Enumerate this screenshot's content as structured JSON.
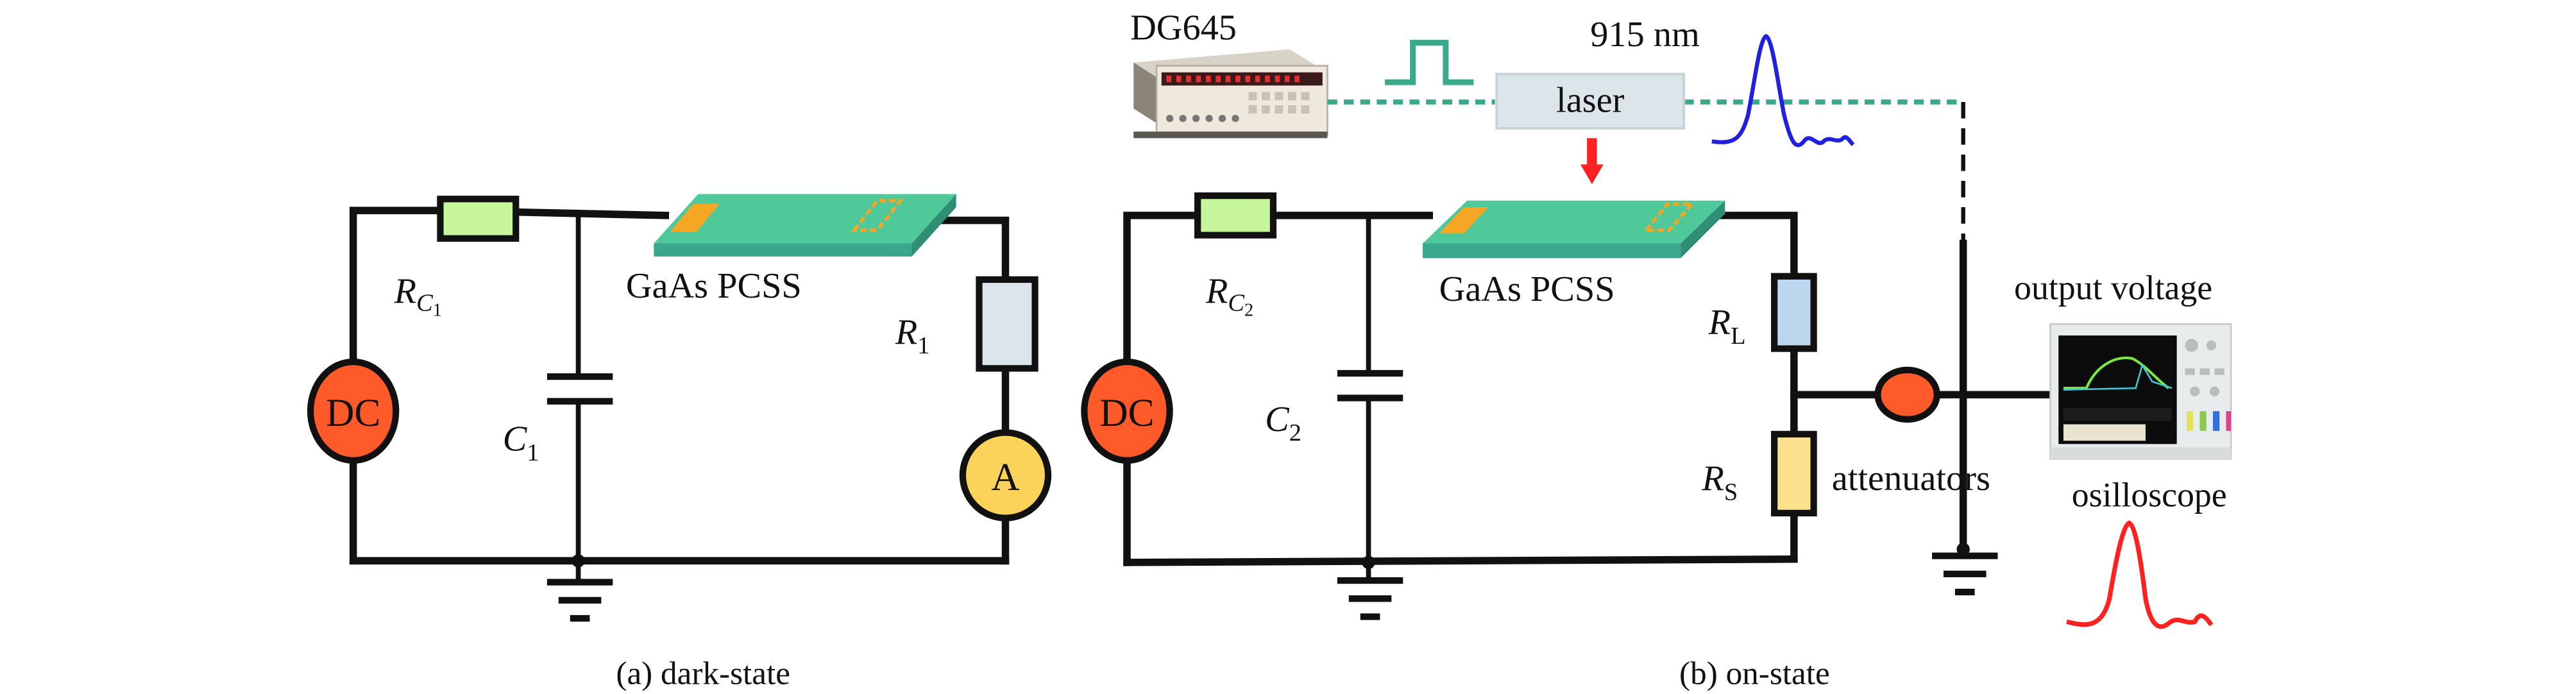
{
  "figure": {
    "captions": {
      "a": "(a) dark-state",
      "b": "(b) on-state"
    },
    "instruments": {
      "delay_generator": "DG645",
      "laser": "laser",
      "wavelength": "915 nm",
      "oscilloscope": "osilloscope",
      "output": "output voltage",
      "attenuators": "attenuators"
    },
    "circuit_a": {
      "source": "DC",
      "meter": "A",
      "switch": "GaAs PCSS",
      "rc": {
        "main": "R",
        "sub": "C",
        "subsub": "1"
      },
      "cap": {
        "main": "C",
        "sub": "1"
      },
      "r1": {
        "main": "R",
        "sub": "1"
      }
    },
    "circuit_b": {
      "source": "DC",
      "switch": "GaAs PCSS",
      "rc": {
        "main": "R",
        "sub": "C",
        "subsub": "2"
      },
      "cap": {
        "main": "C",
        "sub": "2"
      },
      "rl": {
        "main": "R",
        "sub": "L"
      },
      "rs": {
        "main": "R",
        "sub": "S"
      }
    },
    "colors": {
      "dc_source": "#ff5a2a",
      "ammeter": "#fcd35a",
      "rc_resistor": "#c6f59a",
      "r1_resistor": "#dbe5ea",
      "rl_resistor": "#bcd6ee",
      "rs_resistor": "#fbe08e",
      "pcss": "#4fc89a",
      "pcss_electrode": "#f5a623",
      "trigger_line": "#3aa88a",
      "laser_box": "#dbe5ea",
      "laser_arrow": "#ff2020",
      "laser_pulse": "#2020e0",
      "output_pulse": "#ff2020"
    }
  }
}
